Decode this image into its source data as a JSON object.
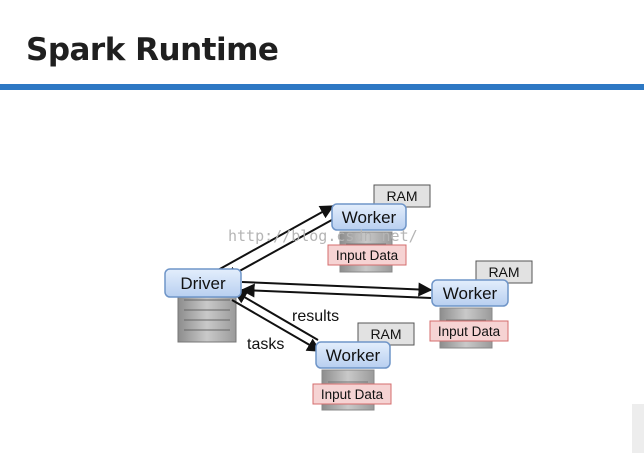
{
  "title": "Spark Runtime",
  "diagram": {
    "driver": {
      "label": "Driver"
    },
    "workers": [
      {
        "worker_label": "Worker",
        "ram_label": "RAM",
        "input_label": "Input Data"
      },
      {
        "worker_label": "Worker",
        "ram_label": "RAM",
        "input_label": "Input Data"
      },
      {
        "worker_label": "Worker",
        "ram_label": "RAM",
        "input_label": "Input Data"
      }
    ],
    "edge_labels": {
      "results": "results",
      "tasks": "tasks"
    }
  },
  "watermark": "http://blog.csdn.net/",
  "colors": {
    "accent_rule": "#2d78c4",
    "node_fill": "#cfe0f7",
    "node_border": "#6f95c8",
    "ram_fill": "#e2e2e2",
    "input_fill": "#f6d3d3",
    "input_border": "#d46d6d"
  }
}
